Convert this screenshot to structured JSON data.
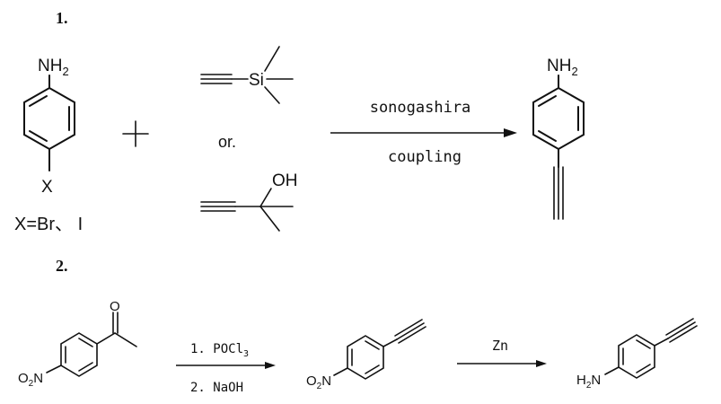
{
  "scheme_1": {
    "number": "1.",
    "reactant_amine": "NH",
    "reactant_amine_sub": "2",
    "reactant_x": "X",
    "halide_note": "X=Br、 I",
    "plus": "+",
    "tms_atom": "Si",
    "or_text": "or.",
    "oh_label": "OH",
    "reagent_top": "sonogashira",
    "reagent_bottom": "coupling",
    "product_amine": "NH",
    "product_amine_sub": "2"
  },
  "scheme_2": {
    "number": "2.",
    "start_oxygen": "O",
    "start_nitro": "O",
    "start_nitro_sub": "2",
    "start_nitro_n": "N",
    "step1_line1": "1. POCl",
    "step1_line1_sub": "3",
    "step1_line2": "2. NaOH",
    "mid_nitro": "O",
    "mid_nitro_sub": "2",
    "mid_nitro_n": "N",
    "step2": "Zn",
    "final_amine_h": "H",
    "final_amine_sub": "2",
    "final_amine_n": "N"
  }
}
